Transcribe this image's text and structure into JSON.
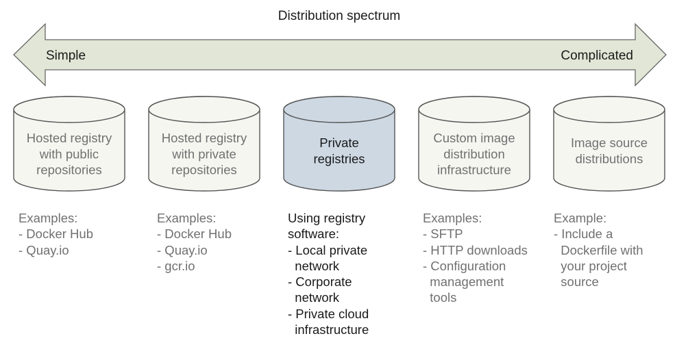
{
  "title": "Distribution spectrum",
  "spectrum": {
    "left_label": "Simple",
    "right_label": "Complicated"
  },
  "colors": {
    "arrow_fill": "#e2e6d6",
    "cylinder_fill": "#f6f6f1",
    "highlight_fill": "#cdd8e3",
    "muted_text": "#707070",
    "dark_text": "#1a1a1a"
  },
  "cylinders": [
    {
      "lines": [
        "Hosted registry",
        "with public",
        "repositories"
      ],
      "highlight": false,
      "notes": [
        "Examples:",
        "- Docker Hub",
        "- Quay.io"
      ]
    },
    {
      "lines": [
        "Hosted registry",
        "with private",
        "repositories"
      ],
      "highlight": false,
      "notes": [
        "Examples:",
        "- Docker Hub",
        "- Quay.io",
        "- gcr.io"
      ]
    },
    {
      "lines": [
        "Private",
        "registries"
      ],
      "highlight": true,
      "notes": [
        "Using registry",
        "software:",
        "- Local private",
        "  network",
        "- Corporate",
        "  network",
        "- Private cloud",
        "  infrastructure"
      ]
    },
    {
      "lines": [
        "Custom image",
        "distribution",
        "infrastructure"
      ],
      "highlight": false,
      "notes": [
        "Examples:",
        "- SFTP",
        "- HTTP downloads",
        "- Configuration",
        "  management",
        "  tools"
      ]
    },
    {
      "lines": [
        "Image source",
        "distributions"
      ],
      "highlight": false,
      "notes": [
        "Example:",
        "- Include a",
        "  Dockerfile with",
        "  your project",
        "  source"
      ]
    }
  ]
}
